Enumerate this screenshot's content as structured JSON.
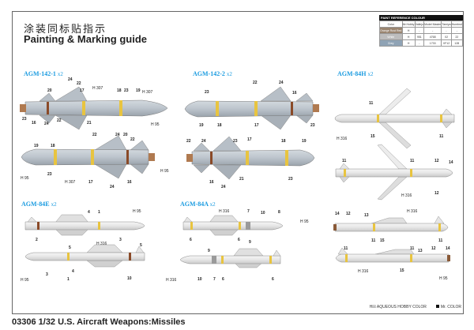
{
  "header": {
    "title_cn": "涂装同标贴指示",
    "title_en": "Painting & Marking guide"
  },
  "paint_reference": {
    "title": "PAINT REFERENCE COLOUR",
    "columns": [
      "Color",
      "Mr.Hobby",
      "Vallejo",
      "Model Master",
      "Tamiya",
      "Humbrol"
    ],
    "rows": [
      {
        "color": "Orange Rust Red",
        "mrhobby": "H",
        "vallejo": "-",
        "modelmaster": "-",
        "tamiya": "-",
        "humbrol": "-",
        "swatch": "#9a8570"
      },
      {
        "color": "White",
        "mrhobby": "H",
        "vallejo": "951",
        "modelmaster": "4768",
        "tamiya": "X2",
        "humbrol": "22",
        "swatch": "#e6e6e6"
      },
      {
        "color": "Grey",
        "mrhobby": "H",
        "vallejo": "-",
        "modelmaster": "1733",
        "tamiya": "XF12",
        "humbrol": "128",
        "swatch": "#a6b4c0"
      }
    ]
  },
  "sections": [
    {
      "label": "AGM-142-1",
      "qty": "x2"
    },
    {
      "label": "AGM-142-2",
      "qty": "x2"
    },
    {
      "label": "AGM-84H",
      "qty": "x2"
    },
    {
      "label": "AGM-84E",
      "qty": "x2"
    },
    {
      "label": "AGM-84A",
      "qty": "x2"
    }
  ],
  "colors": {
    "accent": "#1a9be0",
    "missile_grey": "#bcc4cc",
    "missile_white": "#ececec",
    "yellow_band": "#e8c440",
    "brown_band": "#8a4a28"
  },
  "legend": {
    "aqueous": "AQUEOUS HOBBY COLOR",
    "mr_color": "Mr. COLOR"
  },
  "footer": {
    "text": "03306 1/32  U.S. Aircraft Weapons:Missiles"
  }
}
